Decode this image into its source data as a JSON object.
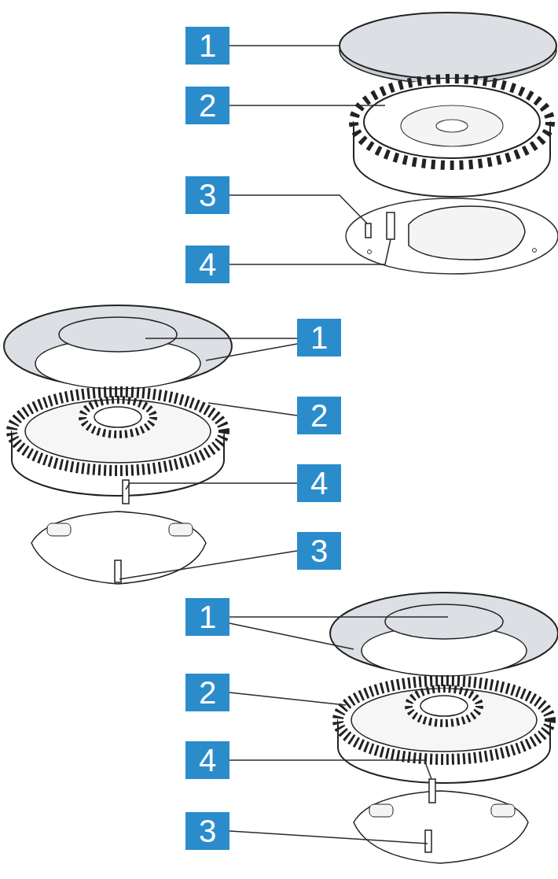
{
  "diagram": {
    "labels": [
      "1",
      "2",
      "3",
      "4",
      "1",
      "2",
      "4",
      "3",
      "1",
      "2",
      "4",
      "3"
    ]
  }
}
